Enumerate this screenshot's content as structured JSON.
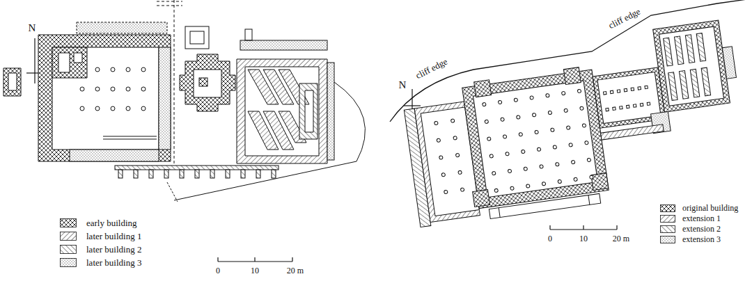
{
  "diagram": {
    "labels": [
      "N",
      "N",
      "cliff edge",
      "cliff edge",
      "0",
      "10",
      "20 m",
      "0",
      "10",
      "20 m"
    ],
    "legend": [
      {
        "text": "early building"
      },
      {
        "text": "later building 1"
      },
      {
        "text": "later building 2"
      },
      {
        "text": "later building 3"
      },
      {
        "text": "original building"
      },
      {
        "text": "extension 1"
      },
      {
        "text": "extension 2"
      },
      {
        "text": "extension 3"
      }
    ]
  }
}
